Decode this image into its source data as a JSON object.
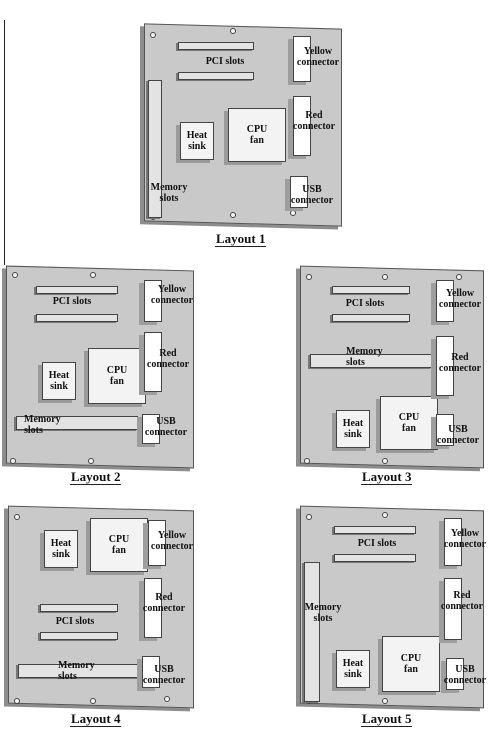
{
  "labels": {
    "pci_slots": "PCI slots",
    "memory_slots": "Memory\nslots",
    "memory_slots_inline": "Memory\n     slots",
    "heat_sink": "Heat\nsink",
    "cpu_fan": "CPU\nfan",
    "yellow_connector": "Yellow\nconnector",
    "red_connector": "Red\nconnector",
    "usb_connector": "USB\nconnector"
  },
  "captions": [
    "Layout 1",
    "Layout 2",
    "Layout 3",
    "Layout 4",
    "Layout 5"
  ]
}
